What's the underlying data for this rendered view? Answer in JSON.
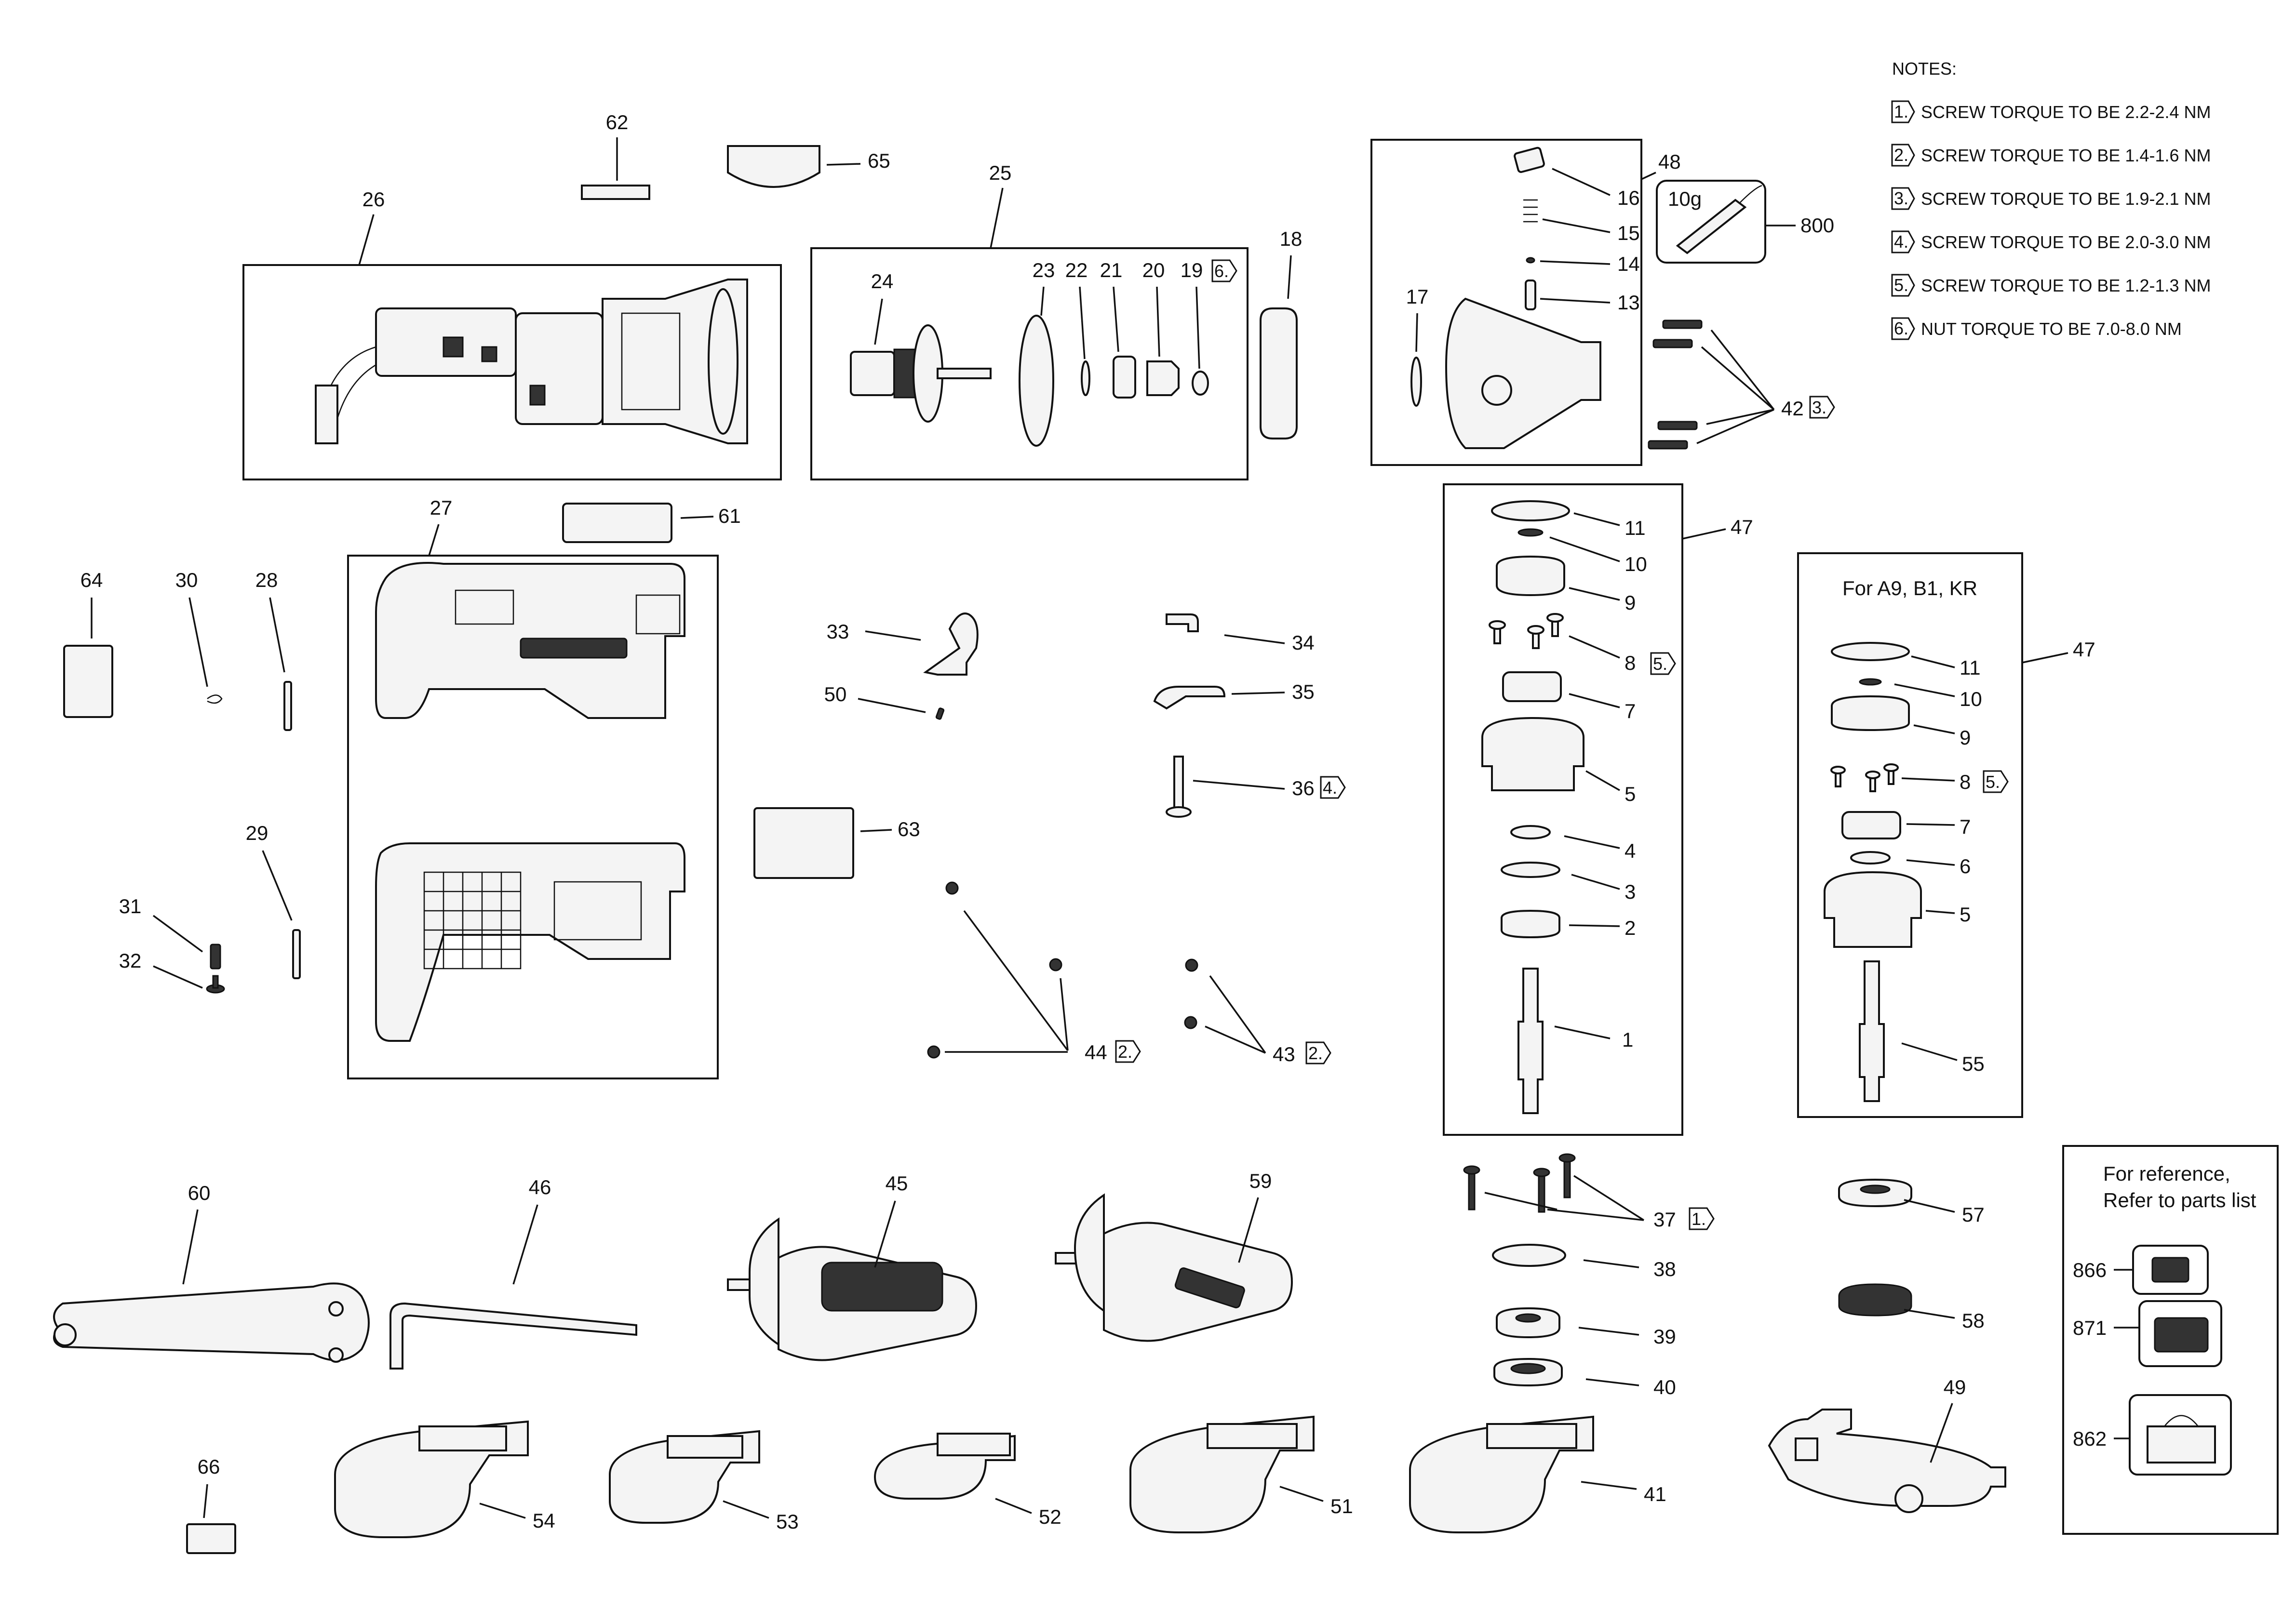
{
  "notes": {
    "title": "NOTES:",
    "items": [
      {
        "num": "1.",
        "text": "SCREW TORQUE TO BE 2.2-2.4 NM"
      },
      {
        "num": "2.",
        "text": "SCREW TORQUE TO BE 1.4-1.6 NM"
      },
      {
        "num": "3.",
        "text": "SCREW TORQUE TO BE 1.9-2.1 NM"
      },
      {
        "num": "4.",
        "text": "SCREW TORQUE TO BE 2.0-3.0 NM"
      },
      {
        "num": "5.",
        "text": "SCREW TORQUE TO BE 1.2-1.3 NM"
      },
      {
        "num": "6.",
        "text": "NUT TORQUE TO BE 7.0-8.0 NM"
      }
    ]
  },
  "variant_box": {
    "title": "For A9, B1, KR"
  },
  "reference_box": {
    "line1": "For reference,",
    "line2": "Refer to parts list"
  },
  "grease_label": "10g",
  "note_flags": {
    "n1": "1.",
    "n2": "2.",
    "n3": "3.",
    "n4": "4.",
    "n5": "5.",
    "n6": "6."
  },
  "labels": {
    "p1": "1",
    "p2": "2",
    "p3": "3",
    "p4": "4",
    "p5": "5",
    "p6": "6",
    "p7": "7",
    "p8": "8",
    "p9": "9",
    "p10": "10",
    "p11": "11",
    "p13": "13",
    "p14": "14",
    "p15": "15",
    "p16": "16",
    "p17": "17",
    "p18": "18",
    "p19": "19",
    "p20": "20",
    "p21": "21",
    "p22": "22",
    "p23": "23",
    "p24": "24",
    "p25": "25",
    "p26": "26",
    "p27": "27",
    "p28": "28",
    "p29": "29",
    "p30": "30",
    "p31": "31",
    "p32": "32",
    "p33": "33",
    "p34": "34",
    "p35": "35",
    "p36": "36",
    "p37": "37",
    "p38": "38",
    "p39": "39",
    "p40": "40",
    "p41": "41",
    "p42": "42",
    "p43": "43",
    "p44": "44",
    "p45": "45",
    "p46": "46",
    "p47": "47",
    "p48": "48",
    "p49": "49",
    "p50": "50",
    "p51": "51",
    "p52": "52",
    "p53": "53",
    "p54": "54",
    "p55": "55",
    "p57": "57",
    "p58": "58",
    "p59": "59",
    "p60": "60",
    "p61": "61",
    "p62": "62",
    "p63": "63",
    "p64": "64",
    "p65": "65",
    "p66": "66",
    "p800": "800",
    "p862": "862",
    "p866": "866",
    "p871": "871"
  }
}
